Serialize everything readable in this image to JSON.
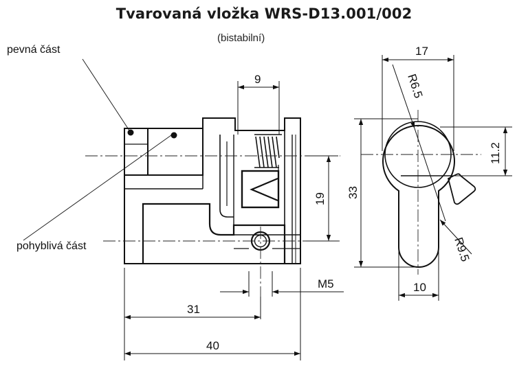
{
  "title": "Tvarovaná vložka WRS-D13.001/002",
  "subtitle": "(bistabilní)",
  "callouts": {
    "fixed_part": "pevná část",
    "moving_part": "pohyblivá část"
  },
  "dimensions": {
    "d9": "9",
    "d19": "19",
    "d31": "31",
    "d40": "40",
    "m5": "M5",
    "d17": "17",
    "r65": "R6.5",
    "d112": "11.2",
    "d33": "33",
    "r95": "R9.5",
    "d10": "10"
  }
}
